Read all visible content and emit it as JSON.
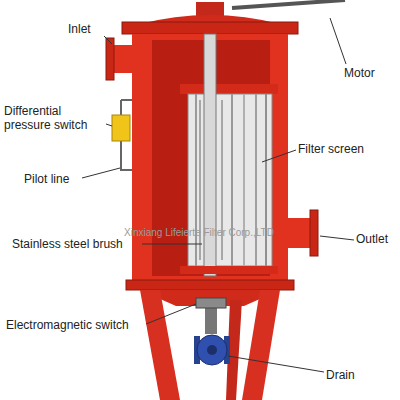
{
  "diagram": {
    "labels": [
      "Inlet",
      "Motor",
      "Differential pressure switch",
      "Filter screen",
      "Pilot line",
      "Stainless steel brush",
      "Outlet",
      "Electromagnetic switch",
      "Drain",
      "Xinxiang Lifeierte Filter Corp.,LTD"
    ]
  }
}
